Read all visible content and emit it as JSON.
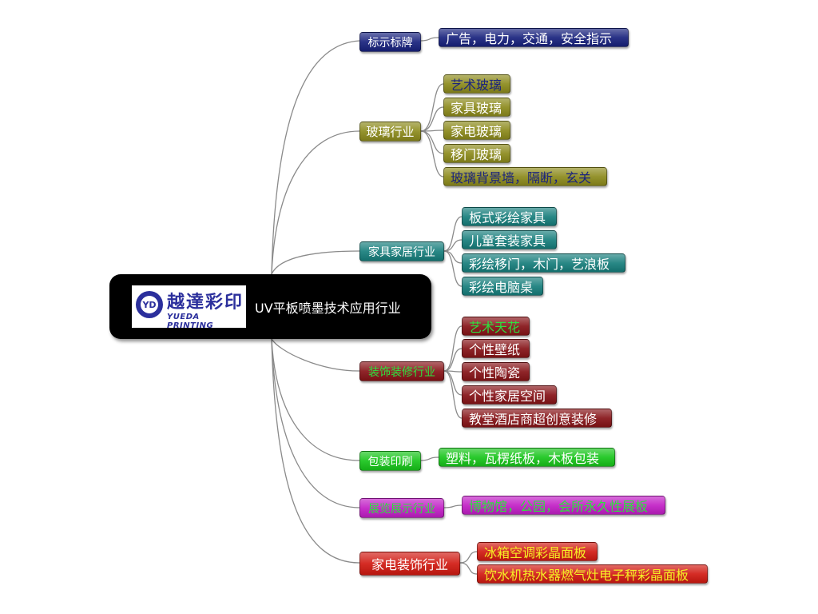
{
  "central": {
    "logo": {
      "cn": "越達彩印",
      "en": "YUEDA PRINTING",
      "badge": "YD"
    },
    "title": "UV平板喷墨技术应用行业"
  },
  "branches": [
    {
      "label": "标示标牌",
      "color": "#18227d",
      "children": [
        "广告，电力，交通，安全指示"
      ]
    },
    {
      "label": "玻璃行业",
      "color": "#8c8a1c",
      "children": [
        "艺术玻璃",
        "家具玻璃",
        "家电玻璃",
        "移门玻璃",
        "玻璃背景墙，隔断，玄关"
      ]
    },
    {
      "label": "家具家居行业",
      "color": "#177e7c",
      "children": [
        "板式彩绘家具",
        "儿童套装家具",
        "彩绘移门，木门，艺浪板",
        "彩绘电脑桌"
      ]
    },
    {
      "label": "装饰装修行业",
      "color": "#861317",
      "children": [
        "艺术天花",
        "个性壁纸",
        "个性陶瓷",
        "个性家居空间",
        "教堂酒店商超创意装修"
      ]
    },
    {
      "label": "包装印刷",
      "color": "#18c51b",
      "children": [
        "塑料，瓦楞纸板，木板包装"
      ]
    },
    {
      "label": "展览展示行业",
      "color": "#c21fc6",
      "children": [
        "博物馆，公园，会所永久性展板"
      ]
    },
    {
      "label": "家电装饰行业",
      "color": "#d11a12",
      "children": [
        "冰箱空调彩晶面板",
        "饮水机热水器燃气灶电子秤彩晶面板"
      ]
    }
  ]
}
